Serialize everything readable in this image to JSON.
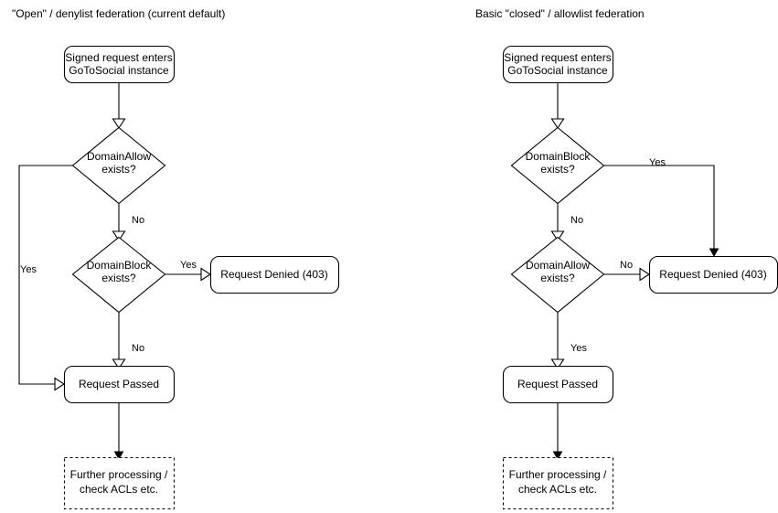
{
  "diagram": {
    "title_left": "\"Open\" / denylist federation (current default)",
    "title_right": "Basic \"closed\" / allowlist federation",
    "panels": [
      {
        "id": "denylist",
        "title": "\"Open\" / denylist federation (current default)",
        "nodes": {
          "start_line1": "Signed request enters",
          "start_line2": "GoToSocial instance",
          "decision1_line1": "DomainAllow",
          "decision1_line2": "exists?",
          "decision2_line1": "DomainBlock",
          "decision2_line2": "exists?",
          "denied": "Request Denied (403)",
          "passed": "Request Passed",
          "further_line1": "Further processing /",
          "further_line2": "check ACLs etc."
        },
        "edge_labels": {
          "allow_yes": "Yes",
          "allow_no": "No",
          "block_yes": "Yes",
          "block_no": "No"
        }
      },
      {
        "id": "allowlist",
        "title": "Basic \"closed\" / allowlist federation",
        "nodes": {
          "start_line1": "Signed request enters",
          "start_line2": "GoToSocial instance",
          "decision1_line1": "DomainBlock",
          "decision1_line2": "exists?",
          "decision2_line1": "DomainAllow",
          "decision2_line2": "exists?",
          "denied": "Request Denied (403)",
          "passed": "Request Passed",
          "further_line1": "Further processing /",
          "further_line2": "check ACLs etc."
        },
        "edge_labels": {
          "block_yes": "Yes",
          "block_no": "No",
          "allow_no": "No",
          "allow_yes": "Yes"
        }
      }
    ],
    "colors": {
      "stroke": "#000000",
      "fill": "#ffffff",
      "text": "#000000",
      "background": "#ffffff"
    }
  }
}
